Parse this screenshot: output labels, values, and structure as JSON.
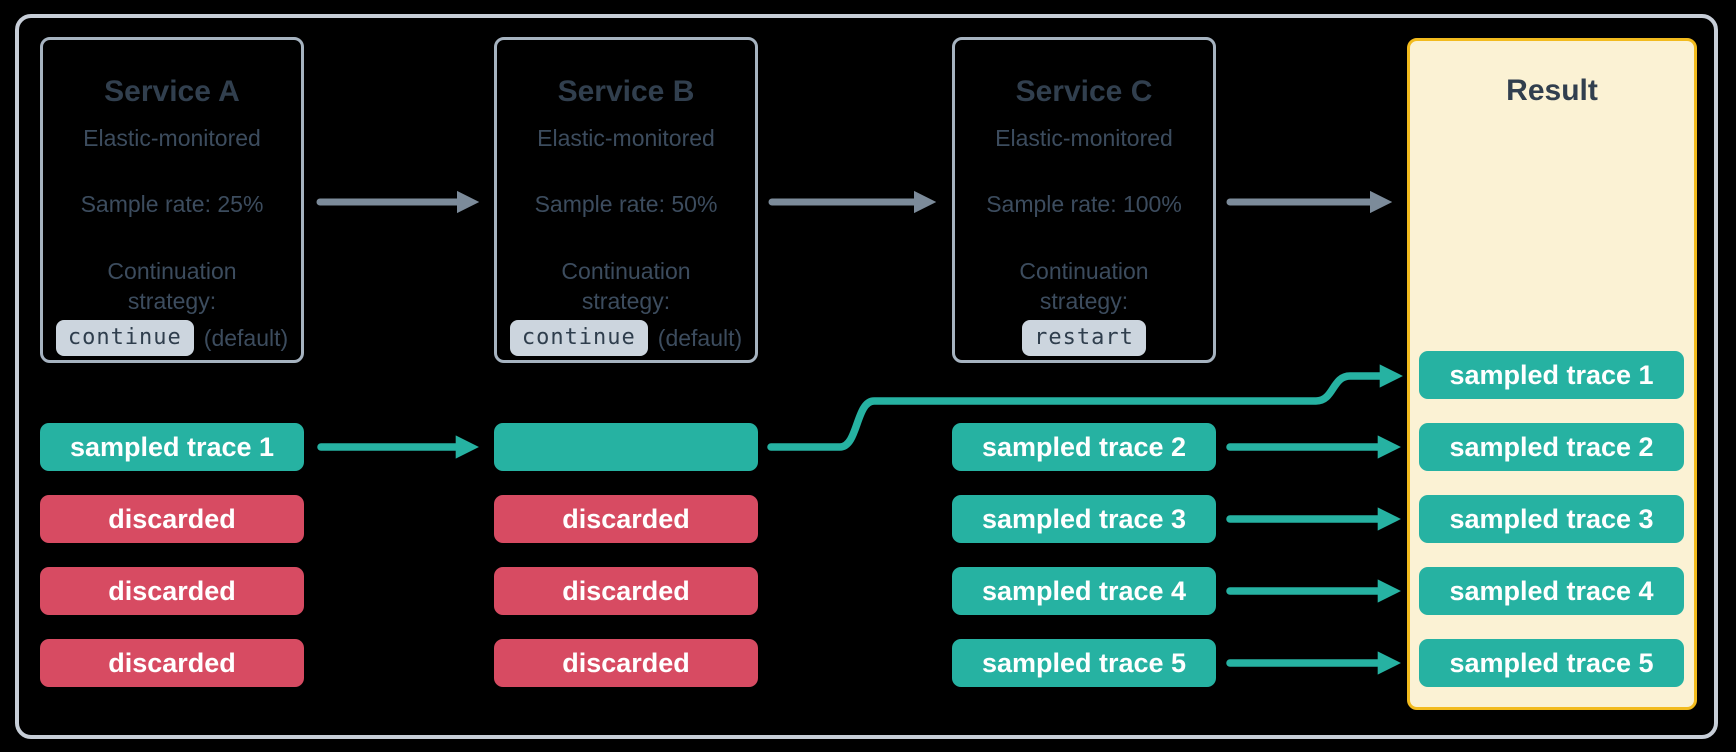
{
  "services": [
    {
      "title": "Service A",
      "monitoring": "Elastic-monitored",
      "sample_rate": "Sample rate: 25%",
      "continuation_line1": "Continuation",
      "continuation_line2": "strategy:",
      "strategy_code": "continue",
      "strategy_note": "(default)"
    },
    {
      "title": "Service B",
      "monitoring": "Elastic-monitored",
      "sample_rate": "Sample rate: 50%",
      "continuation_line1": "Continuation",
      "continuation_line2": "strategy:",
      "strategy_code": "continue",
      "strategy_note": "(default)"
    },
    {
      "title": "Service C",
      "monitoring": "Elastic-monitored",
      "sample_rate": "Sample rate: 100%",
      "continuation_line1": "Continuation",
      "continuation_line2": "strategy:",
      "strategy_code": "restart",
      "strategy_note": ""
    }
  ],
  "result": {
    "title": "Result",
    "pills": [
      {
        "label": "sampled trace 1",
        "type": "sampled"
      },
      {
        "label": "sampled trace 2",
        "type": "sampled"
      },
      {
        "label": "sampled trace 3",
        "type": "sampled"
      },
      {
        "label": "sampled trace 4",
        "type": "sampled"
      },
      {
        "label": "sampled trace 5",
        "type": "sampled"
      }
    ]
  },
  "trace_rows": {
    "service_a": [
      {
        "label": "sampled trace 1",
        "type": "sampled"
      },
      {
        "label": "discarded",
        "type": "discarded"
      },
      {
        "label": "discarded",
        "type": "discarded"
      },
      {
        "label": "discarded",
        "type": "discarded"
      }
    ],
    "service_b": [
      {
        "label": "",
        "type": "sampled"
      },
      {
        "label": "discarded",
        "type": "discarded"
      },
      {
        "label": "discarded",
        "type": "discarded"
      },
      {
        "label": "discarded",
        "type": "discarded"
      }
    ],
    "service_c": [
      {
        "label": "sampled trace 2",
        "type": "sampled"
      },
      {
        "label": "sampled trace 3",
        "type": "sampled"
      },
      {
        "label": "sampled trace 4",
        "type": "sampled"
      },
      {
        "label": "sampled trace 5",
        "type": "sampled"
      }
    ]
  },
  "colors": {
    "sampled": "#26b2a2",
    "discarded": "#d74b62",
    "arrow_gray": "#7c8b9a",
    "result_bg": "#fbf2d4",
    "result_border": "#f2bb1e",
    "box_border": "#a6b3c0",
    "text_slate": "#3c4c5e",
    "title_slate": "#313f4e",
    "badge_bg": "#ccd5de",
    "badge_text": "#2f3e4d",
    "frame_border": "#c7ced8",
    "pill_text": "#ffffff"
  }
}
